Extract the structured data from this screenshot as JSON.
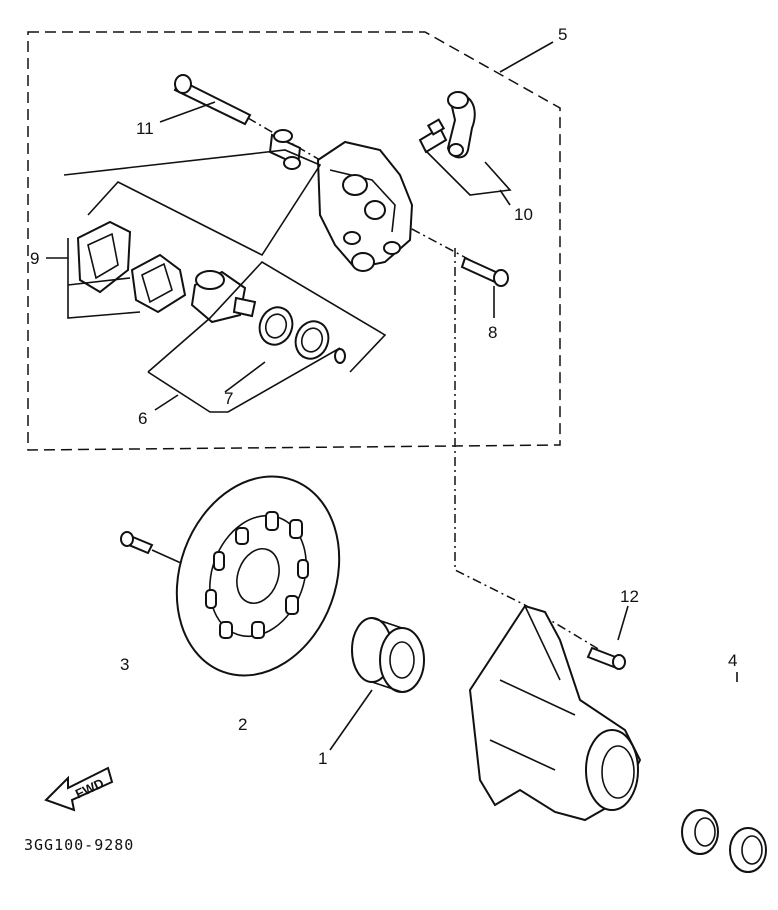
{
  "diagram": {
    "part_labels": [
      "1",
      "2",
      "3",
      "4",
      "5",
      "6",
      "7",
      "8",
      "9",
      "10",
      "11",
      "12"
    ],
    "direction_label": "FWD",
    "drawing_code": "3GG100-9280"
  }
}
